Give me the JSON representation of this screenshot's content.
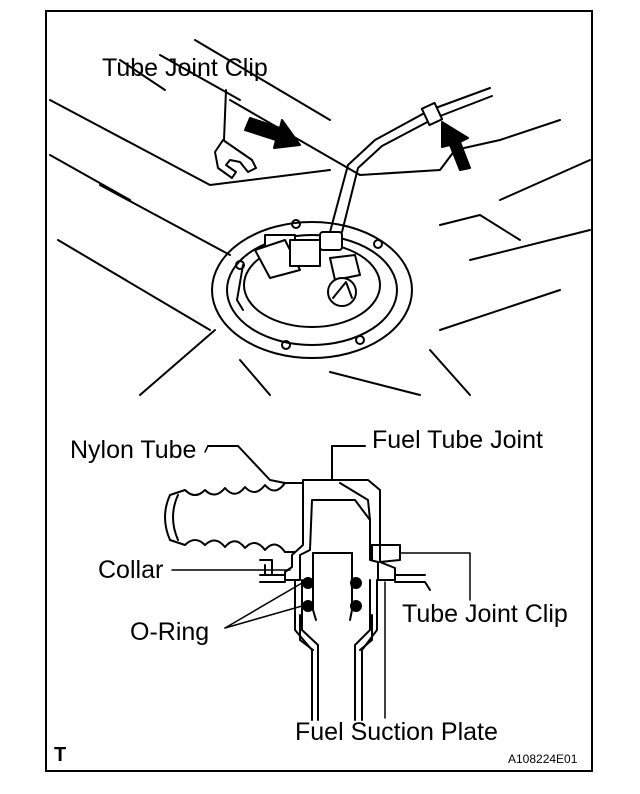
{
  "labels": {
    "tube_joint_clip_top": "Tube Joint Clip",
    "nylon_tube": "Nylon Tube",
    "fuel_tube_joint": "Fuel Tube Joint",
    "collar": "Collar",
    "o_ring": "O-Ring",
    "tube_joint_clip_bottom": "Tube Joint Clip",
    "fuel_suction_plate": "Fuel Suction Plate"
  },
  "corner_mark": "T",
  "figure_code": "A108224E01"
}
